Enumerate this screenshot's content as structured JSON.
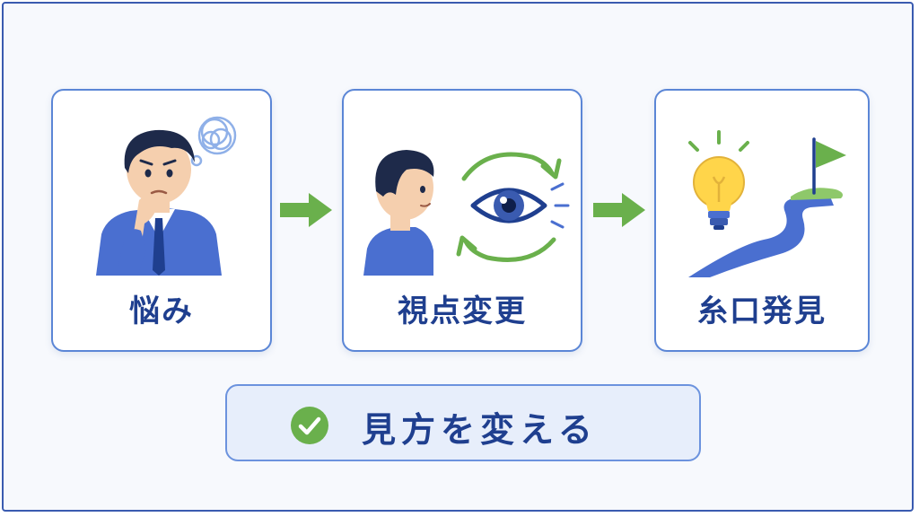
{
  "steps": [
    {
      "label": "悩み",
      "icon": "worried-person-icon"
    },
    {
      "label": "視点変更",
      "icon": "eye-perspective-icon"
    },
    {
      "label": "糸口発見",
      "icon": "lightbulb-path-flag-icon"
    }
  ],
  "conclusion": {
    "text": "見方を変える",
    "icon": "check-circle-icon"
  },
  "colors": {
    "border": "#5b86d6",
    "text": "#1f3f8f",
    "arrow": "#6ab04c",
    "suit": "#4a6fd0",
    "pill_bg": "#e7eefb"
  }
}
